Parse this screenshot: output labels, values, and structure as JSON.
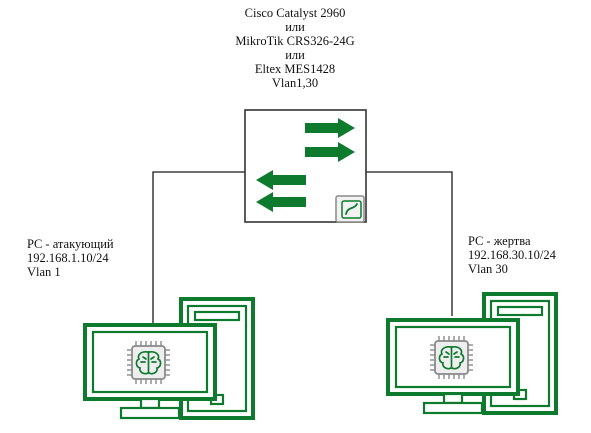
{
  "colors": {
    "device": "#0e7a2e",
    "line": "#1a1a1a",
    "chip": "#9a9a9a"
  },
  "switch": {
    "icon": "switch-arrows-icon",
    "label_lines": [
      "Cisco Catalyst 2960",
      "или",
      "MikroTik CRS326-24G",
      "или",
      "Eltex MES1428",
      "Vlan1,30"
    ]
  },
  "attacker": {
    "icon": "desktop-pc-icon",
    "label_lines": [
      "PC - атакующий",
      "192.168.1.10/24",
      "Vlan 1"
    ]
  },
  "victim": {
    "icon": "desktop-pc-icon",
    "label_lines": [
      "PC - жертва",
      "192.168.30.10/24",
      "Vlan 30"
    ]
  }
}
